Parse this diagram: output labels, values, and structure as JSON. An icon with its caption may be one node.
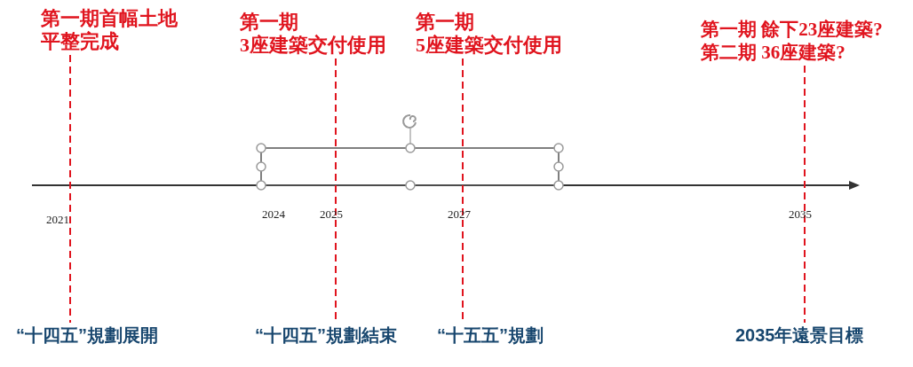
{
  "diagram": {
    "nodes": [
      {
        "text": [
          "第一期首幅土地平整完成"
        ]
      },
      {
        "text": [
          "第一期 3座建築交付使用"
        ]
      },
      {
        "text": [
          "第一期 5座建築交付使用"
        ]
      },
      {
        "text": [
          "第一期 餘下23座建築? 第二期 36座建築?"
        ]
      },
      {
        "text": [
          "“十四五”規劃展開"
        ]
      },
      {
        "text": [
          "“十四五”規劃結束"
        ]
      },
      {
        "text": [
          "“十五五”規劃"
        ]
      },
      {
        "text": [
          "2035年遠景目標"
        ]
      }
    ],
    "edges": [
      {
        "from": 0,
        "to": 4,
        "arrow": "none",
        "style": "dashed",
        "color": "#e0141e"
      },
      {
        "from": 1,
        "to": 5,
        "arrow": "none",
        "style": "dashed",
        "color": "#e0141e"
      },
      {
        "from": 2,
        "to": 6,
        "arrow": "none",
        "style": "dashed",
        "color": "#e0141e"
      },
      {
        "from": 3,
        "to": 7,
        "arrow": "none",
        "style": "dashed",
        "color": "#e0141e"
      }
    ],
    "labels": [
      "2021",
      "2024",
      "2025",
      "2027",
      "2035"
    ]
  }
}
